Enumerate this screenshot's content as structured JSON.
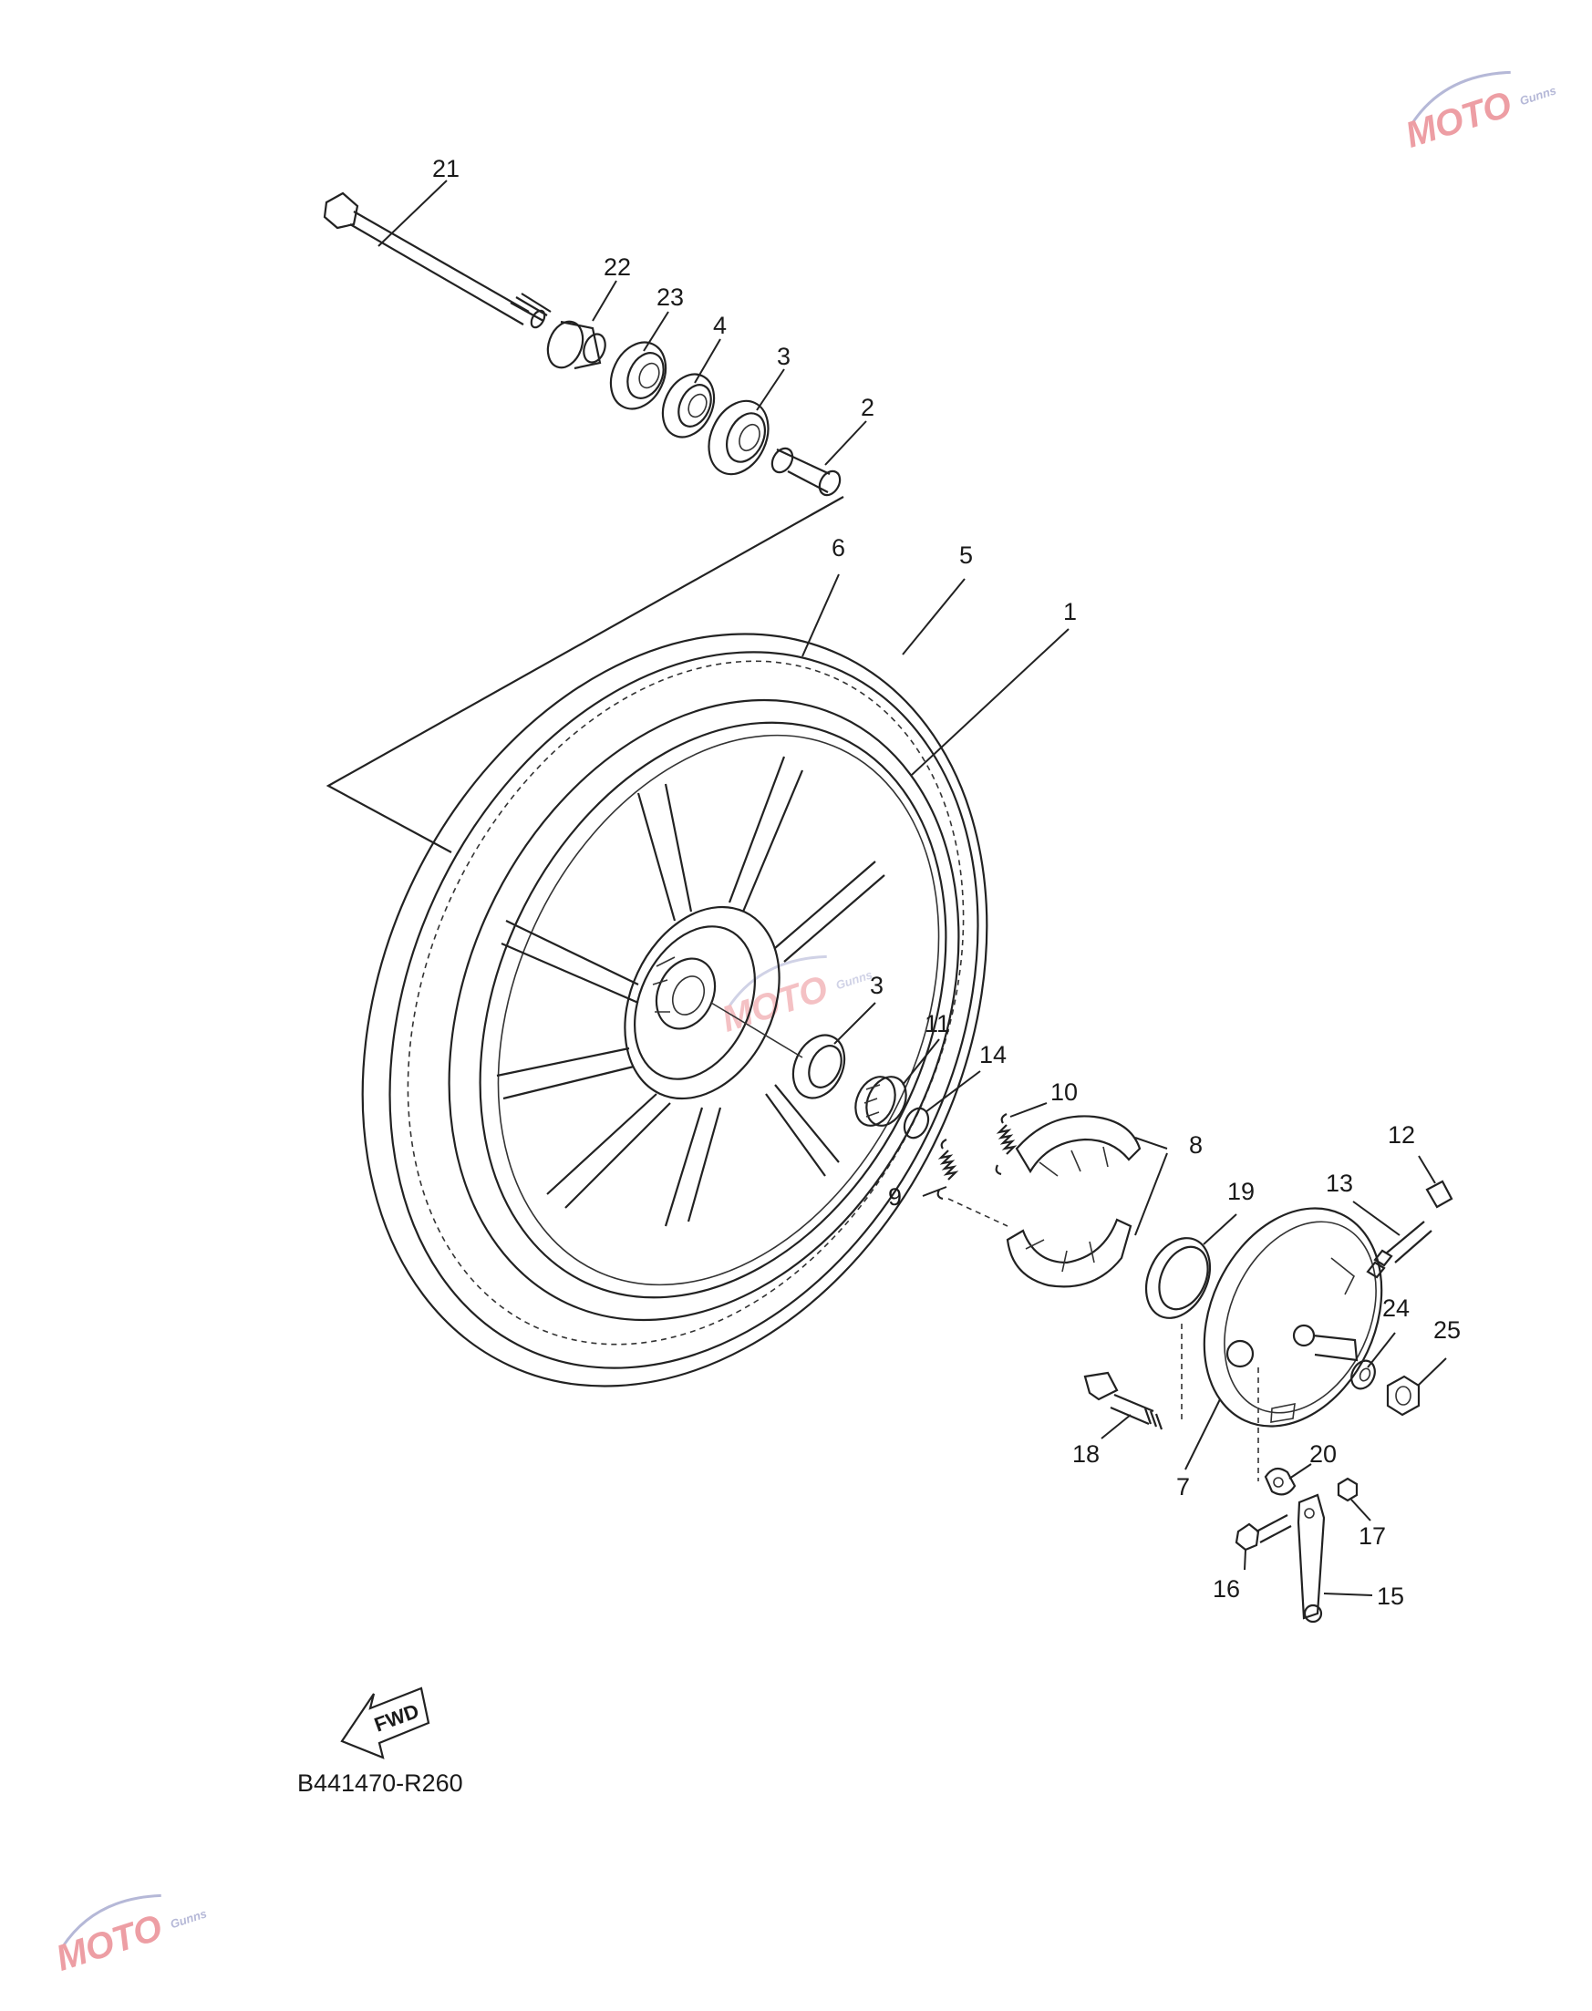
{
  "diagram": {
    "reference_code": "B441470-R260",
    "forward_arrow_text": "FWD",
    "callouts": [
      {
        "id": "c21",
        "text": "21"
      },
      {
        "id": "c22",
        "text": "22"
      },
      {
        "id": "c23",
        "text": "23"
      },
      {
        "id": "c4",
        "text": "4"
      },
      {
        "id": "c3a",
        "text": "3"
      },
      {
        "id": "c2",
        "text": "2"
      },
      {
        "id": "c6",
        "text": "6"
      },
      {
        "id": "c5",
        "text": "5"
      },
      {
        "id": "c1",
        "text": "1"
      },
      {
        "id": "c3b",
        "text": "3"
      },
      {
        "id": "c11",
        "text": "11"
      },
      {
        "id": "c14",
        "text": "14"
      },
      {
        "id": "c10",
        "text": "10"
      },
      {
        "id": "c8",
        "text": "8"
      },
      {
        "id": "c9",
        "text": "9"
      },
      {
        "id": "c12",
        "text": "12"
      },
      {
        "id": "c13",
        "text": "13"
      },
      {
        "id": "c19",
        "text": "19"
      },
      {
        "id": "c24",
        "text": "24"
      },
      {
        "id": "c25",
        "text": "25"
      },
      {
        "id": "c18",
        "text": "18"
      },
      {
        "id": "c7",
        "text": "7"
      },
      {
        "id": "c20",
        "text": "20"
      },
      {
        "id": "c17",
        "text": "17"
      },
      {
        "id": "c16",
        "text": "16"
      },
      {
        "id": "c15",
        "text": "15"
      }
    ]
  },
  "watermark": {
    "logo_text": "MOTO",
    "logo_subtext": "Gunns",
    "colors": {
      "primary": "#e0505a",
      "secondary": "#7a7fb8"
    }
  }
}
